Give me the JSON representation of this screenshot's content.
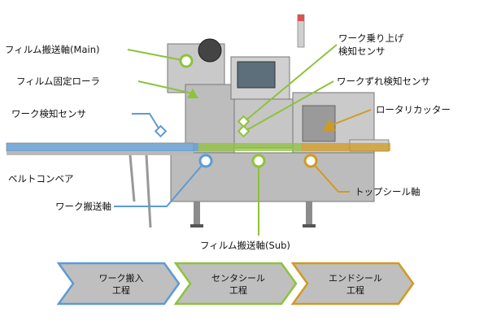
{
  "colors": {
    "green": "#8fc23b",
    "blue": "#5b9bd5",
    "orange": "#d19a20",
    "machine": "#b5b5b5",
    "stage_fill": "#bfbfbf"
  },
  "labels": {
    "film_feed_main": "フィルム搬送軸(Main)",
    "film_fixed_roller": "フィルム固定ローラ",
    "work_detect_sensor": "ワーク検知センサ",
    "belt_conveyor": "ベルトコンベア",
    "work_feed_axis": "ワーク搬送軸",
    "work_rideup_line1": "ワーク乗り上げ",
    "work_rideup_line2": "検知センサ",
    "work_misalign_sensor": "ワークずれ検知センサ",
    "rotary_cutter": "ロータリカッター",
    "top_seal_axis": "トップシール軸",
    "film_feed_sub": "フィルム搬送軸(Sub)"
  },
  "process": [
    {
      "line1": "ワーク搬入",
      "line2": "工程",
      "color": "#5b9bd5"
    },
    {
      "line1": "センタシール",
      "line2": "工程",
      "color": "#8fc23b"
    },
    {
      "line1": "エンドシール",
      "line2": "工程",
      "color": "#d19a20"
    }
  ]
}
